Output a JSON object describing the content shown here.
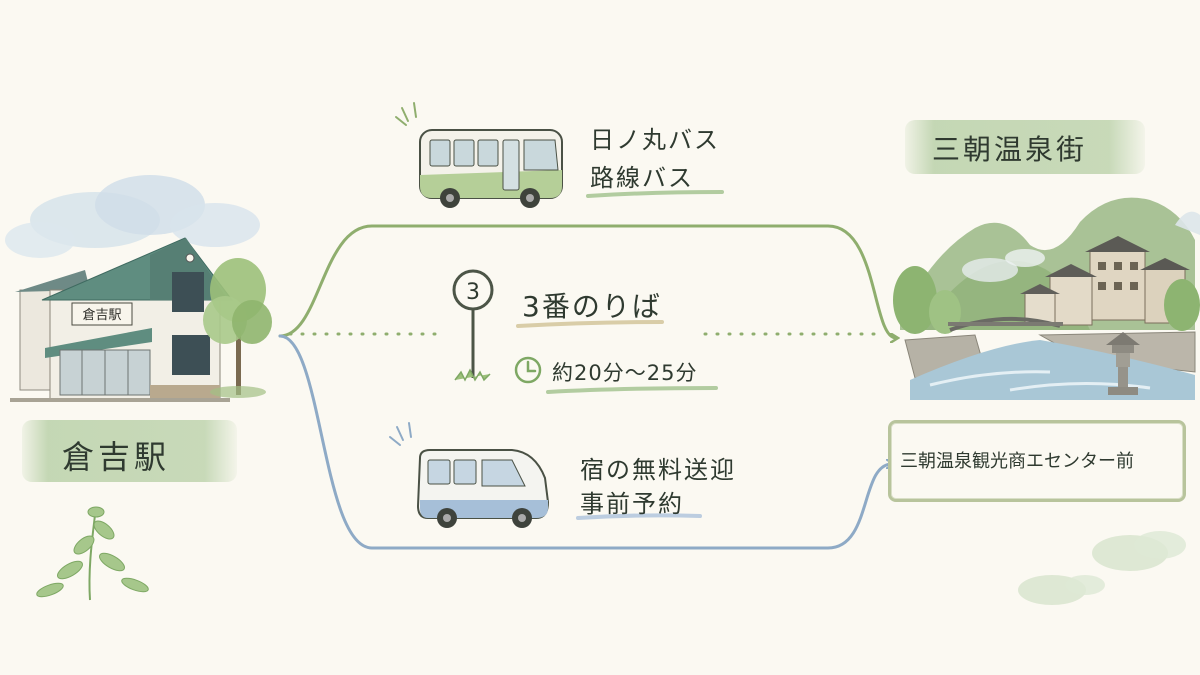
{
  "origin": {
    "station_name": "倉吉駅",
    "sign_text": "倉吉駅"
  },
  "destination": {
    "area_name": "三朝温泉街",
    "stop_name": "三朝温泉観光商エセンター前"
  },
  "route_bus": {
    "operator": "日ノ丸バス",
    "type": "路線バス"
  },
  "stop": {
    "number": "3",
    "platform": "3番のりば",
    "duration": "約20分～25分"
  },
  "shuttle": {
    "service": "宿の無料送迎",
    "note": "事前予約"
  },
  "colors": {
    "bus_route": "#8fae6e",
    "shuttle_route": "#8eaac6",
    "wash": "#b2cca0"
  }
}
